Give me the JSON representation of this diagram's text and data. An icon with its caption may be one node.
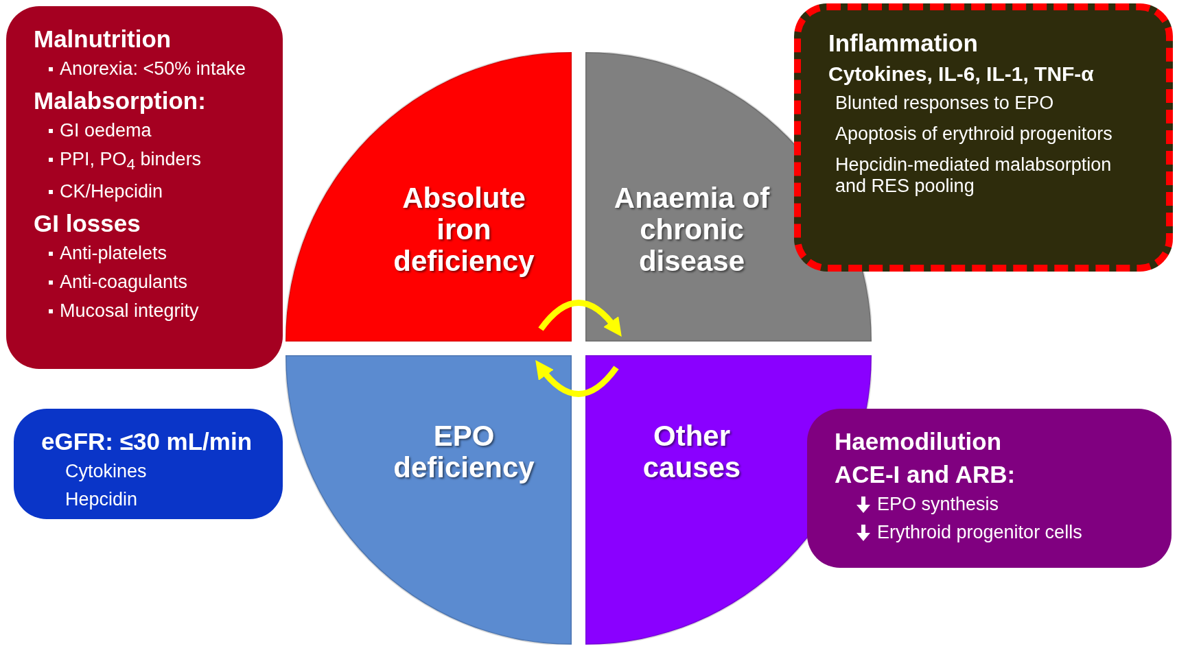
{
  "diagram": {
    "nodes": [
      {
        "text": [
          "Malnutrition",
          "Anorexia: <50% intake",
          "Malabsorption:",
          "GI oedema",
          "PPI, PO$_{4}$ binders",
          "CK/Hepcidin",
          "GI losses",
          "Anti-platelets",
          "Anti-coagulants",
          "Mucosal integrity"
        ]
      },
      {
        "text": [
          "Absolute iron deficiency"
        ]
      },
      {
        "text": [
          "Anaemia of chronic disease"
        ]
      },
      {
        "text": [
          "Inflammation",
          "Cytokines, IL-6, IL-1, TNF-α",
          "Blunted responses to EPO",
          "Apoptosis of erythroid progenitors",
          "Hepcidin-mediated malabsorption and RES pooling"
        ]
      },
      {
        "text": [
          "eGFR: ≤30 mL/min",
          "Cytokines",
          "Hepcidin"
        ]
      },
      {
        "text": [
          "EPO deficiency"
        ]
      },
      {
        "text": [
          "Other causes"
        ]
      },
      {
        "text": [
          "Haemodilution",
          "ACE-I and ARB:",
          "EPO synthesis",
          "Erythroid progenitor cells"
        ]
      }
    ],
    "edges": [
      {
        "from": 1,
        "to": 2,
        "arrow": "to"
      },
      {
        "from": 6,
        "to": 5,
        "arrow": "to"
      }
    ]
  }
}
